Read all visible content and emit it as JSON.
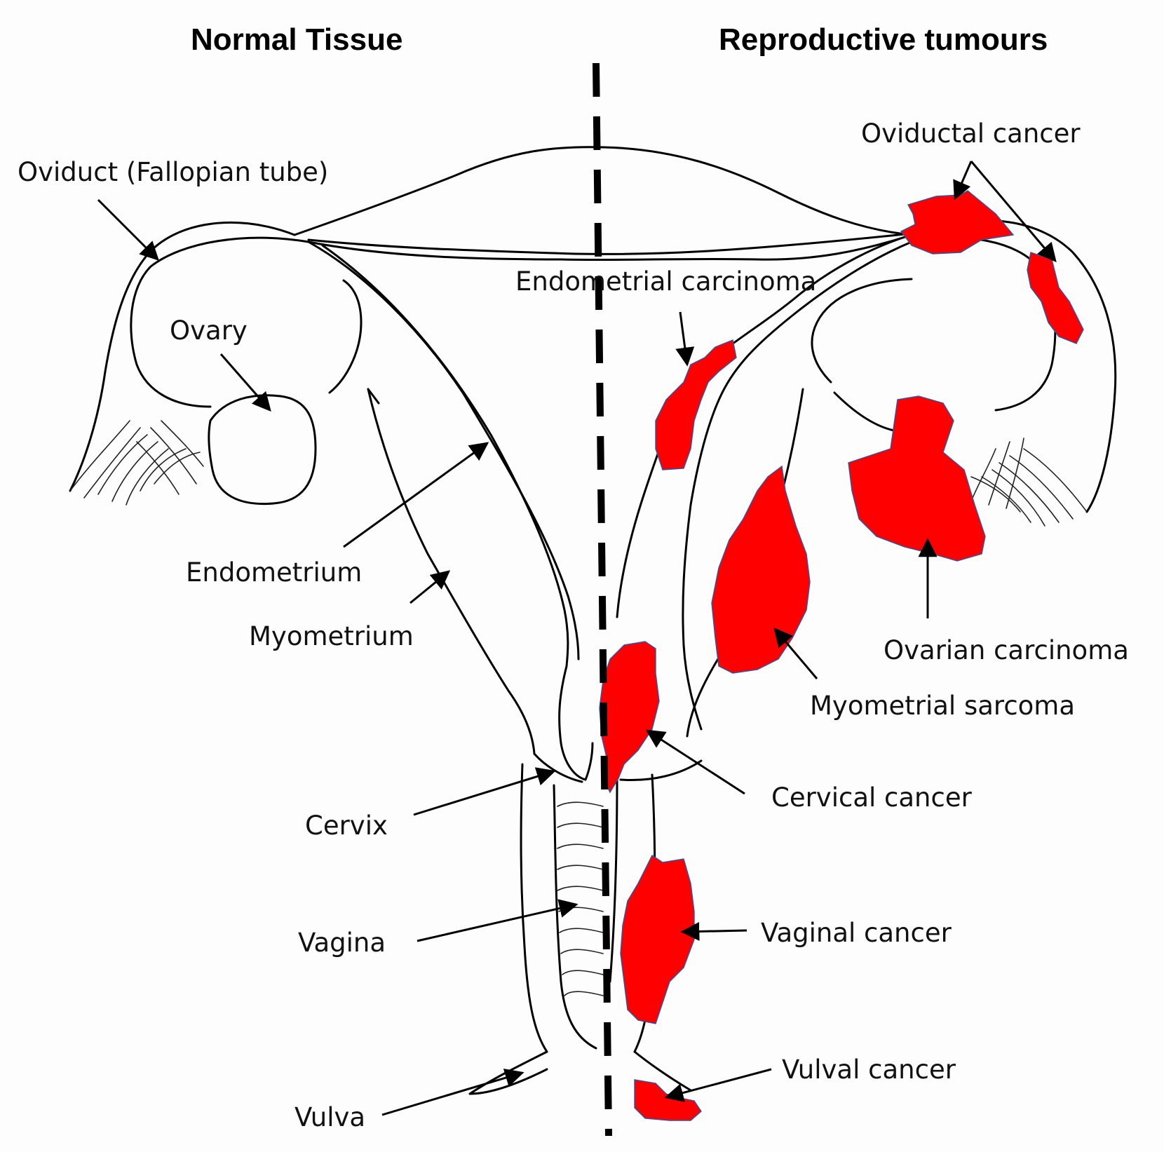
{
  "headers": {
    "left": "Normal Tissue",
    "right": "Reproductive tumours"
  },
  "normal_labels": {
    "oviduct": "Oviduct (Fallopian tube)",
    "ovary": "Ovary",
    "endometrium": "Endometrium",
    "myometrium": "Myometrium",
    "cervix": "Cervix",
    "vagina": "Vagina",
    "vulva": "Vulva"
  },
  "tumour_labels": {
    "oviductal": "Oviductal cancer",
    "endometrial": "Endometrial carcinoma",
    "ovarian": "Ovarian carcinoma",
    "myometrial": "Myometrial sarcoma",
    "cervical": "Cervical cancer",
    "vaginal": "Vaginal cancer",
    "vulval": "Vulval cancer"
  },
  "colors": {
    "tumour": "#ff0000",
    "outline": "#000000"
  }
}
